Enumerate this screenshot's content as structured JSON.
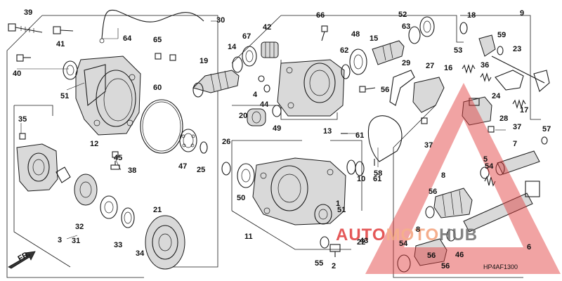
{
  "diagram": {
    "code": "HP4AF1300",
    "callouts": [
      "1",
      "2",
      "3",
      "4",
      "5",
      "6",
      "7",
      "8",
      "8",
      "9",
      "10",
      "11",
      "12",
      "13",
      "14",
      "15",
      "16",
      "17",
      "18",
      "19",
      "20",
      "21",
      "22",
      "23",
      "24",
      "25",
      "26",
      "27",
      "28",
      "29",
      "30",
      "31",
      "32",
      "33",
      "34",
      "35",
      "36",
      "37",
      "37",
      "38",
      "39",
      "40",
      "41",
      "42",
      "43",
      "44",
      "45",
      "46",
      "47",
      "48",
      "49",
      "50",
      "51",
      "51",
      "52",
      "53",
      "54",
      "54",
      "55",
      "56",
      "56",
      "56",
      "56",
      "57",
      "58",
      "59",
      "60",
      "61",
      "61",
      "62",
      "63",
      "64",
      "65",
      "66",
      "67"
    ],
    "fr_label": "FR.",
    "watermark": {
      "brand": "AUTOMOTOHUB",
      "colors": {
        "primary": "#e03b3b",
        "accent": "#f4a07a",
        "text_dark": "#6e6e6e"
      }
    }
  }
}
